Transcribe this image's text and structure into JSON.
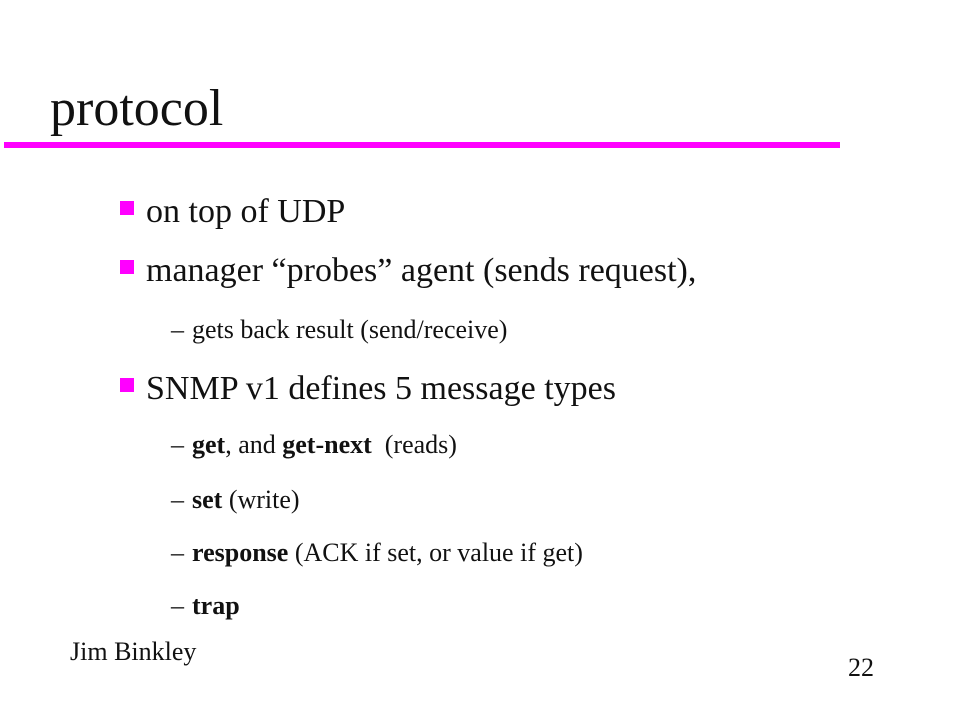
{
  "slide": {
    "title": "protocol",
    "accent_color": "#ff00ff",
    "bullet_icon": "magenta-square-icon",
    "bullets": [
      {
        "text": "on top of UDP"
      },
      {
        "text": "manager “probes” agent (sends request),"
      },
      {
        "text": "SNMP v1 defines 5 message types"
      }
    ],
    "subitems": [
      {
        "dash": "–",
        "text": "gets back result (send/receive)"
      },
      {
        "dash": "–",
        "bold": "get",
        "text_a": ", and ",
        "bold_b": "get-next",
        "text_b": "  (reads)"
      },
      {
        "dash": "–",
        "bold": "set",
        "text": " (write)"
      },
      {
        "dash": "–",
        "bold": "response",
        "text": " (ACK if set, or value if get)"
      },
      {
        "dash": "–",
        "bold": "trap"
      }
    ],
    "footer": {
      "author": "Jim Binkley",
      "page_number": "22"
    }
  }
}
